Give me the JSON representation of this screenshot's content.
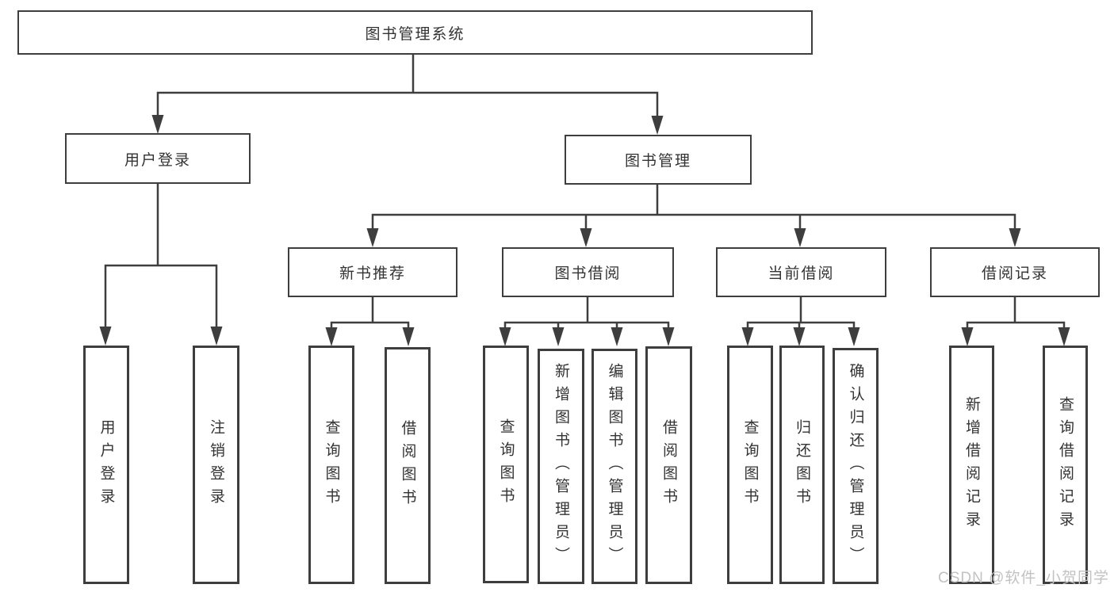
{
  "diagram": {
    "tree": {
      "label": "图书管理系统",
      "children": [
        {
          "label": "用户登录",
          "children": [
            {
              "label": "用户登录"
            },
            {
              "label": "注销登录"
            }
          ]
        },
        {
          "label": "图书管理",
          "children": [
            {
              "label": "新书推荐",
              "children": [
                {
                  "label": "查询图书"
                },
                {
                  "label": "借阅图书"
                }
              ]
            },
            {
              "label": "图书借阅",
              "children": [
                {
                  "label": "查询图书"
                },
                {
                  "label": "新增图书（管理员）"
                },
                {
                  "label": "编辑图书（管理员）"
                },
                {
                  "label": "借阅图书"
                }
              ]
            },
            {
              "label": "当前借阅",
              "children": [
                {
                  "label": "查询图书"
                },
                {
                  "label": "归还图书"
                },
                {
                  "label": "确认归还（管理员）"
                }
              ]
            },
            {
              "label": "借阅记录",
              "children": [
                {
                  "label": "新增借阅记录"
                },
                {
                  "label": "查询借阅记录"
                }
              ]
            }
          ]
        }
      ]
    },
    "watermark": "CSDN @软件_小贺同学",
    "colors": {
      "line": "#3e3e3e",
      "text": "#333333",
      "box_fill": "#ffffff",
      "background": "#ffffff",
      "watermark": "#c2c2c2"
    }
  }
}
